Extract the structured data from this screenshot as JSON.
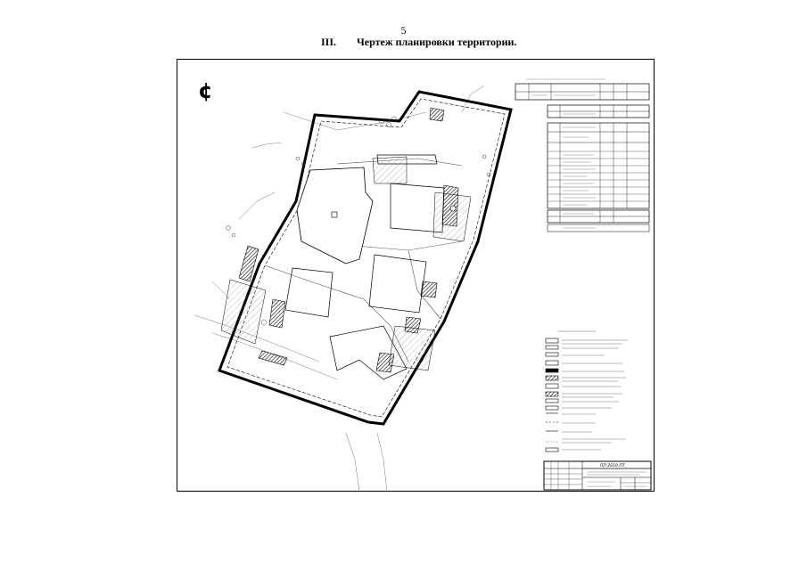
{
  "page": {
    "number": "5",
    "section_numeral": "III.",
    "section_title": "Чертеж планировки территории."
  },
  "drawing": {
    "north_sign": "¢",
    "stamp_code": "ПП-2019-ПТ"
  }
}
